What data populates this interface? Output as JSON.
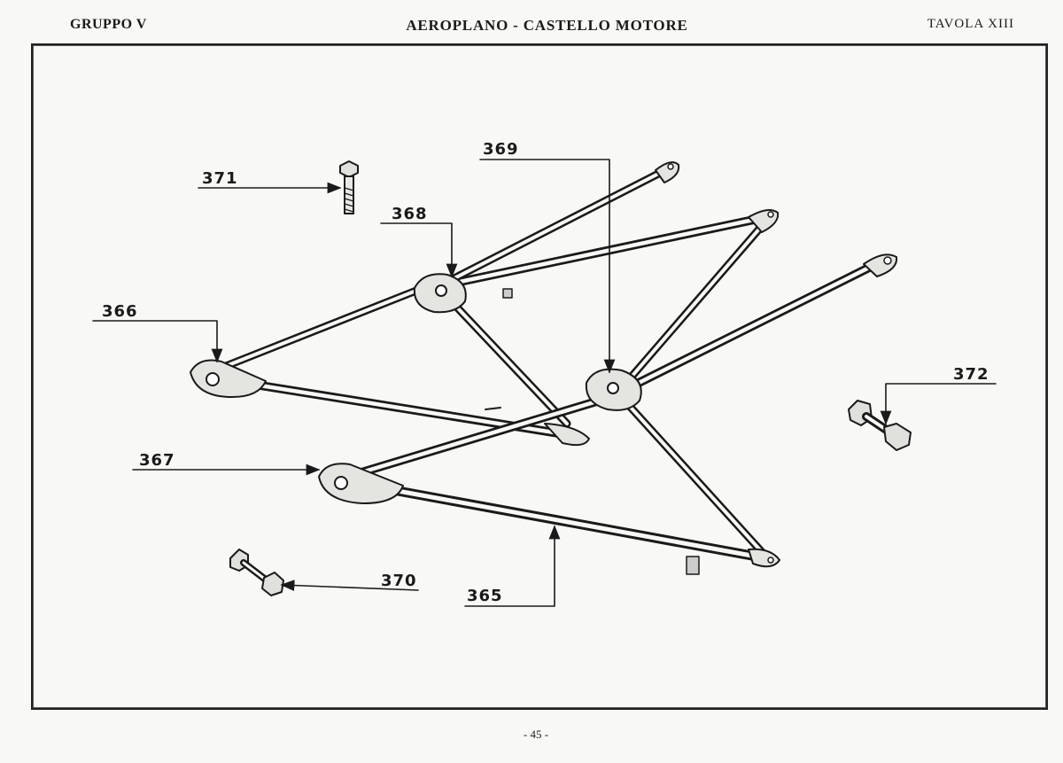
{
  "header": {
    "left": "GRUPPO V",
    "center": "AEROPLANO - CASTELLO MOTORE",
    "right": "TAVOLA XIII"
  },
  "callouts": {
    "c365": "365",
    "c366": "366",
    "c367": "367",
    "c368": "368",
    "c369": "369",
    "c370": "370",
    "c371": "371",
    "c372": "372"
  },
  "footer": {
    "page_number": "- 45 -"
  },
  "colors": {
    "ink": "#1a1a1a",
    "paper": "#f8f8f6"
  }
}
